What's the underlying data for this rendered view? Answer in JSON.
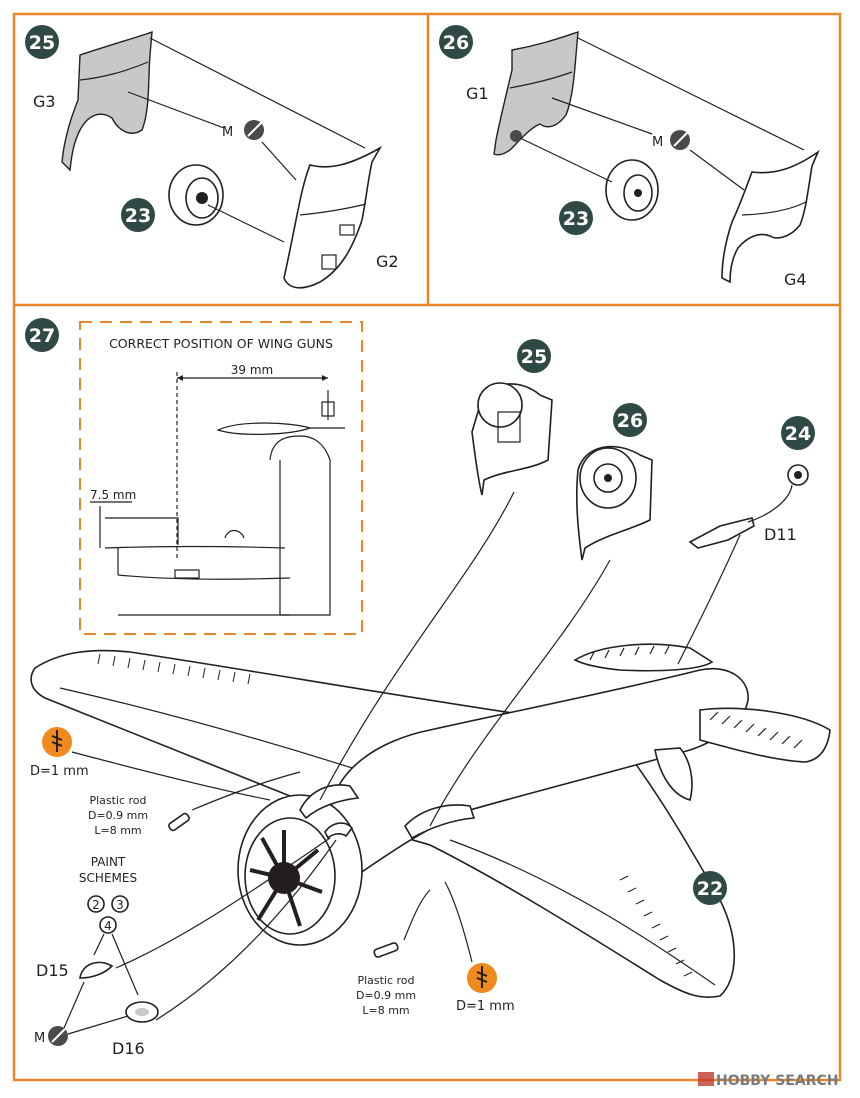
{
  "colors": {
    "frame": "#e8862a",
    "step_badge": "#2f4a45",
    "drill_badge": "#f08a1c",
    "shading": "#c8c8c8"
  },
  "steps": {
    "s25": "25",
    "s26": "26",
    "s27": "27",
    "s23a": "23",
    "s23b": "23",
    "s25b": "25",
    "s26b": "26",
    "s24": "24",
    "s22": "22"
  },
  "parts": {
    "g3": "G3",
    "g2": "G2",
    "g1": "G1",
    "g4": "G4",
    "d11": "D11",
    "d15": "D15",
    "d16": "D16",
    "m1": "M",
    "m2": "M",
    "m3": "M"
  },
  "inset": {
    "title": "CORRECT POSITION OF WING GUNS",
    "dim_39": "39 mm",
    "dim_75": "7.5 mm"
  },
  "notes": {
    "drill_left": "D=1 mm",
    "drill_right": "D=1 mm",
    "rod_left": [
      "Plastic rod",
      "D=0.9 mm",
      "L=8 mm"
    ],
    "rod_right": [
      "Plastic rod",
      "D=0.9 mm",
      "L=8 mm"
    ],
    "paint": [
      "PAINT",
      "SCHEMES"
    ],
    "scheme_nums": [
      "2",
      "3",
      "4"
    ]
  },
  "watermark": "HOBBY SEARCH",
  "icons": [
    "glue-icon",
    "drill-icon"
  ]
}
